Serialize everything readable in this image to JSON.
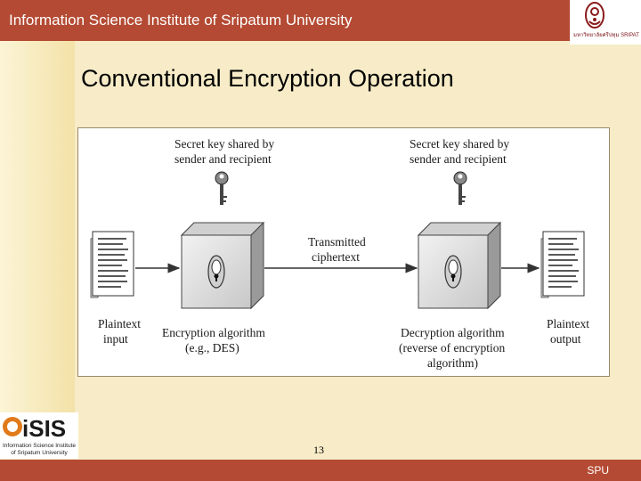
{
  "header": {
    "title": "Information Science Institute of Sripatum University",
    "logo_text": "มหาวิทยาลัยศรีปทุม SRIPATUM UNIVERSITY",
    "bg_color": "#b44a33"
  },
  "slide": {
    "title": "Conventional Encryption Operation",
    "page_number": "13"
  },
  "diagram": {
    "key_label_left": [
      "Secret key shared by",
      "sender and recipient"
    ],
    "key_label_right": [
      "Secret key shared by",
      "sender and recipient"
    ],
    "transmitted_label": [
      "Transmitted",
      "ciphertext"
    ],
    "plaintext_input_label": [
      "Plaintext",
      "input"
    ],
    "encryption_label": [
      "Encryption algorithm",
      "(e.g., DES)"
    ],
    "decryption_label": [
      "Decryption algorithm",
      "(reverse of encryption",
      "algorithm)"
    ],
    "plaintext_output_label": [
      "Plaintext",
      "output"
    ],
    "icons": [
      "document-icon",
      "key-icon",
      "lock-icon",
      "arrow-icon"
    ]
  },
  "bottom_logo": {
    "text": "iSIS",
    "subtitle": [
      "Information Science Institute",
      "of Sripatum University"
    ]
  },
  "footer": {
    "text": "SPU",
    "bg_color": "#b44a33"
  }
}
